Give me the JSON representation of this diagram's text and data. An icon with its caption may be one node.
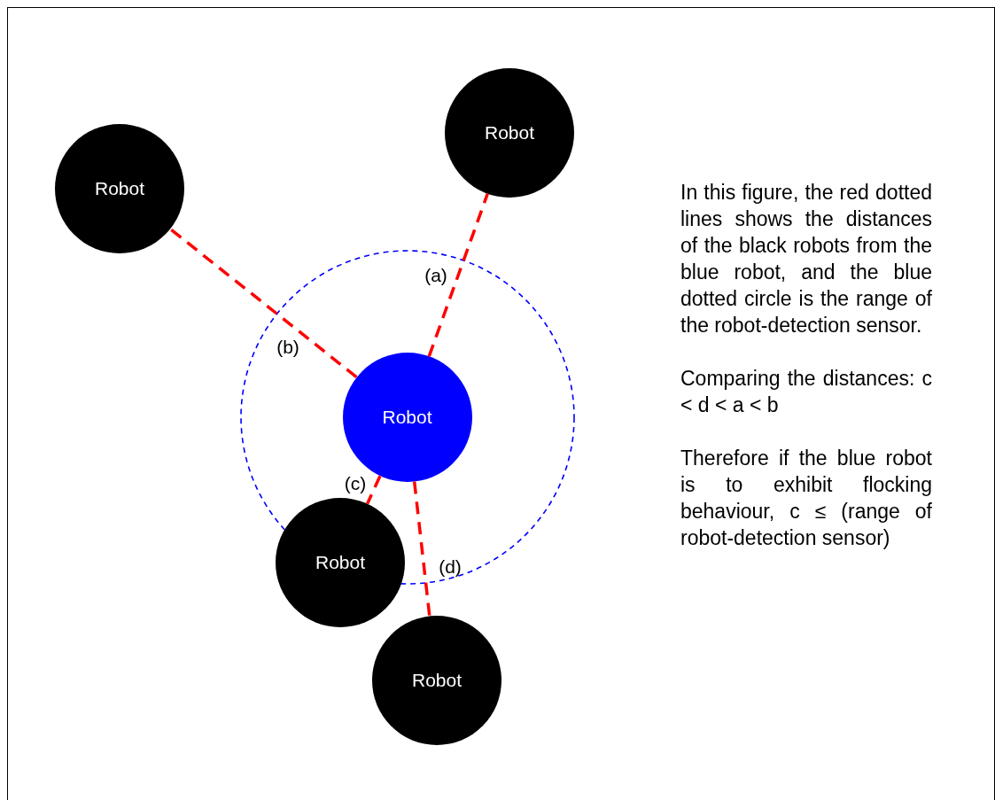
{
  "diagram": {
    "nodes": [
      {
        "text": [
          "Robot"
        ]
      },
      {
        "text": [
          "Robot"
        ]
      },
      {
        "text": [],
        "shape": "circle"
      },
      {
        "text": [
          "Robot"
        ],
        "in": 2
      },
      {
        "text": [
          "Robot"
        ]
      },
      {
        "text": [
          "Robot"
        ]
      }
    ],
    "edges": [
      {
        "from": 3,
        "to": 0,
        "arrow": "none",
        "label": "(a)",
        "style": "dashed"
      },
      {
        "from": 3,
        "to": 1,
        "arrow": "none",
        "label": "(b)",
        "style": "dashed"
      },
      {
        "from": 3,
        "to": 4,
        "arrow": "none",
        "label": "(c)",
        "style": "dashed"
      },
      {
        "from": 3,
        "to": 5,
        "arrow": "none",
        "label": "(d)",
        "style": "dashed"
      }
    ],
    "labels": [
      "In this figure, the red dotted lines shows the distances of the black robots from the blue robot, and the blue dotted circle is the range of the robot-detection sensor.",
      "Comparing the distances: c < d < a < b",
      "Therefore if the blue robot is to exhibit flocking behaviour, c ≤ (range of robot-detection sensor)"
    ]
  }
}
